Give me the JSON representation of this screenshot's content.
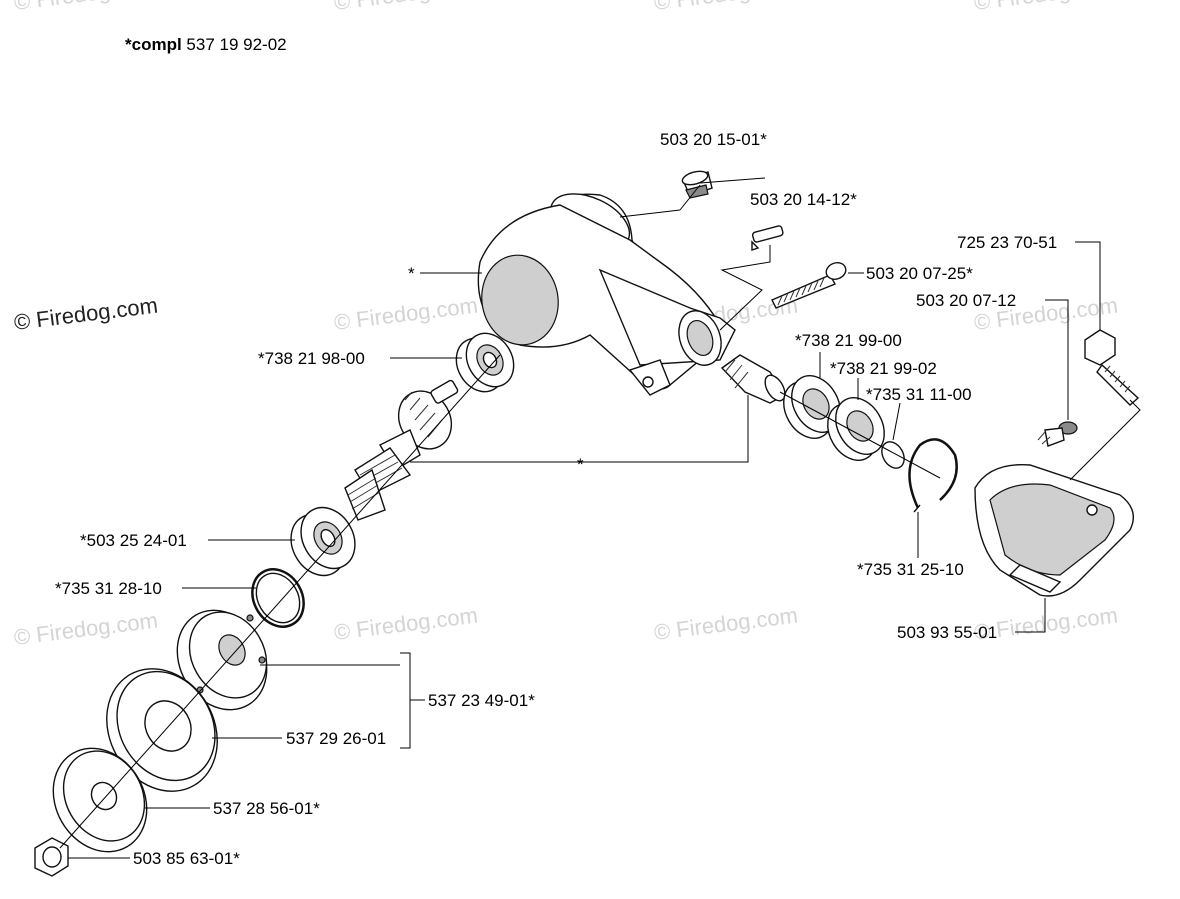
{
  "header": {
    "compl_prefix": "*compl",
    "compl_number": " 537 19 92-02"
  },
  "watermark": {
    "text": "© Firedog.com",
    "main_text": "© Firedog.com",
    "color": "#d4d4d4"
  },
  "parts": {
    "p_503_20_15_01": "503 20 15-01*",
    "p_503_20_14_12": "503 20 14-12*",
    "p_503_20_07_25": "503 20 07-25*",
    "p_725_23_70_51": "725 23 70-51",
    "p_503_20_07_12": "503 20 07-12",
    "p_housing": "*",
    "p_738_21_98_00": "*738 21 98-00",
    "p_738_21_99_00": "*738 21 99-00",
    "p_738_21_99_02": "*738 21 99-02",
    "p_735_31_11_00": "*735 31 11-00",
    "p_gear_star": "*",
    "p_503_25_24_01": "*503 25 24-01",
    "p_735_31_28_10": "*735 31 28-10",
    "p_735_31_25_10": "*735 31 25-10",
    "p_503_93_55_01": "503 93 55-01",
    "p_537_23_49_01": "537 23 49-01*",
    "p_537_29_26_01": "537 29 26-01",
    "p_537_28_56_01": "537 28 56-01*",
    "p_503_85_63_01": "503 85 63-01*"
  }
}
